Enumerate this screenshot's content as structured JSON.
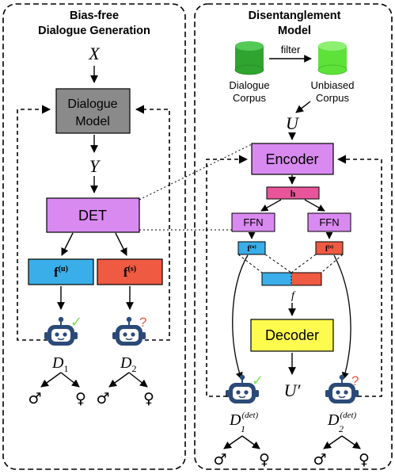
{
  "left_panel": {
    "title_line1": "Bias-free",
    "title_line2": "Dialogue Generation",
    "input_var": "X",
    "dialogue_model_line1": "Dialogue",
    "dialogue_model_line2": "Model",
    "output_var": "Y",
    "det_label": "DET",
    "fu_main": "f",
    "fu_sup": "(u)",
    "fs_main": "f",
    "fs_sup": "(s)",
    "d1_main": "D",
    "d1_sub": "1",
    "d2_main": "D",
    "d2_sub": "2",
    "check_mark": "✓",
    "question_mark": "?",
    "male_symbol": "♂",
    "female_symbol": "♀"
  },
  "right_panel": {
    "title_line1": "Disentanglement",
    "title_line2": "Model",
    "filter_label": "filter",
    "corpus1_line1": "Dialogue",
    "corpus1_line2": "Corpus",
    "corpus2_line1": "Unbiased",
    "corpus2_line2": "Corpus",
    "u_var": "U",
    "encoder_label": "Encoder",
    "h_label": "h",
    "ffn_label": "FFN",
    "fu_main": "f",
    "fu_sup": "(u)",
    "fs_main": "f",
    "fs_sup": "(s)",
    "f_var": "f",
    "decoder_label": "Decoder",
    "u_prime": "U′",
    "d1_main": "D",
    "d1_sub": "1",
    "d1_sup": "(det)",
    "d2_main": "D",
    "d2_sub": "2",
    "d2_sup": "(det)",
    "check_mark": "✓",
    "question_mark": "?",
    "male_symbol": "♂",
    "female_symbol": "♀"
  },
  "colors": {
    "dialogue_model": "#8a8a8a",
    "det": "#d98af0",
    "fu_blue": "#3aaee8",
    "fs_red": "#ef5a43",
    "encoder": "#d98af0",
    "h_pink": "#e8559a",
    "ffn": "#d98af0",
    "decoder": "#fdfb4e",
    "corpus_dark": "#2fa42f",
    "corpus_light": "#5ee23a",
    "check_green": "#7ee05a",
    "question_red": "#ef5a43",
    "robot_blue": "#2b4a78"
  }
}
